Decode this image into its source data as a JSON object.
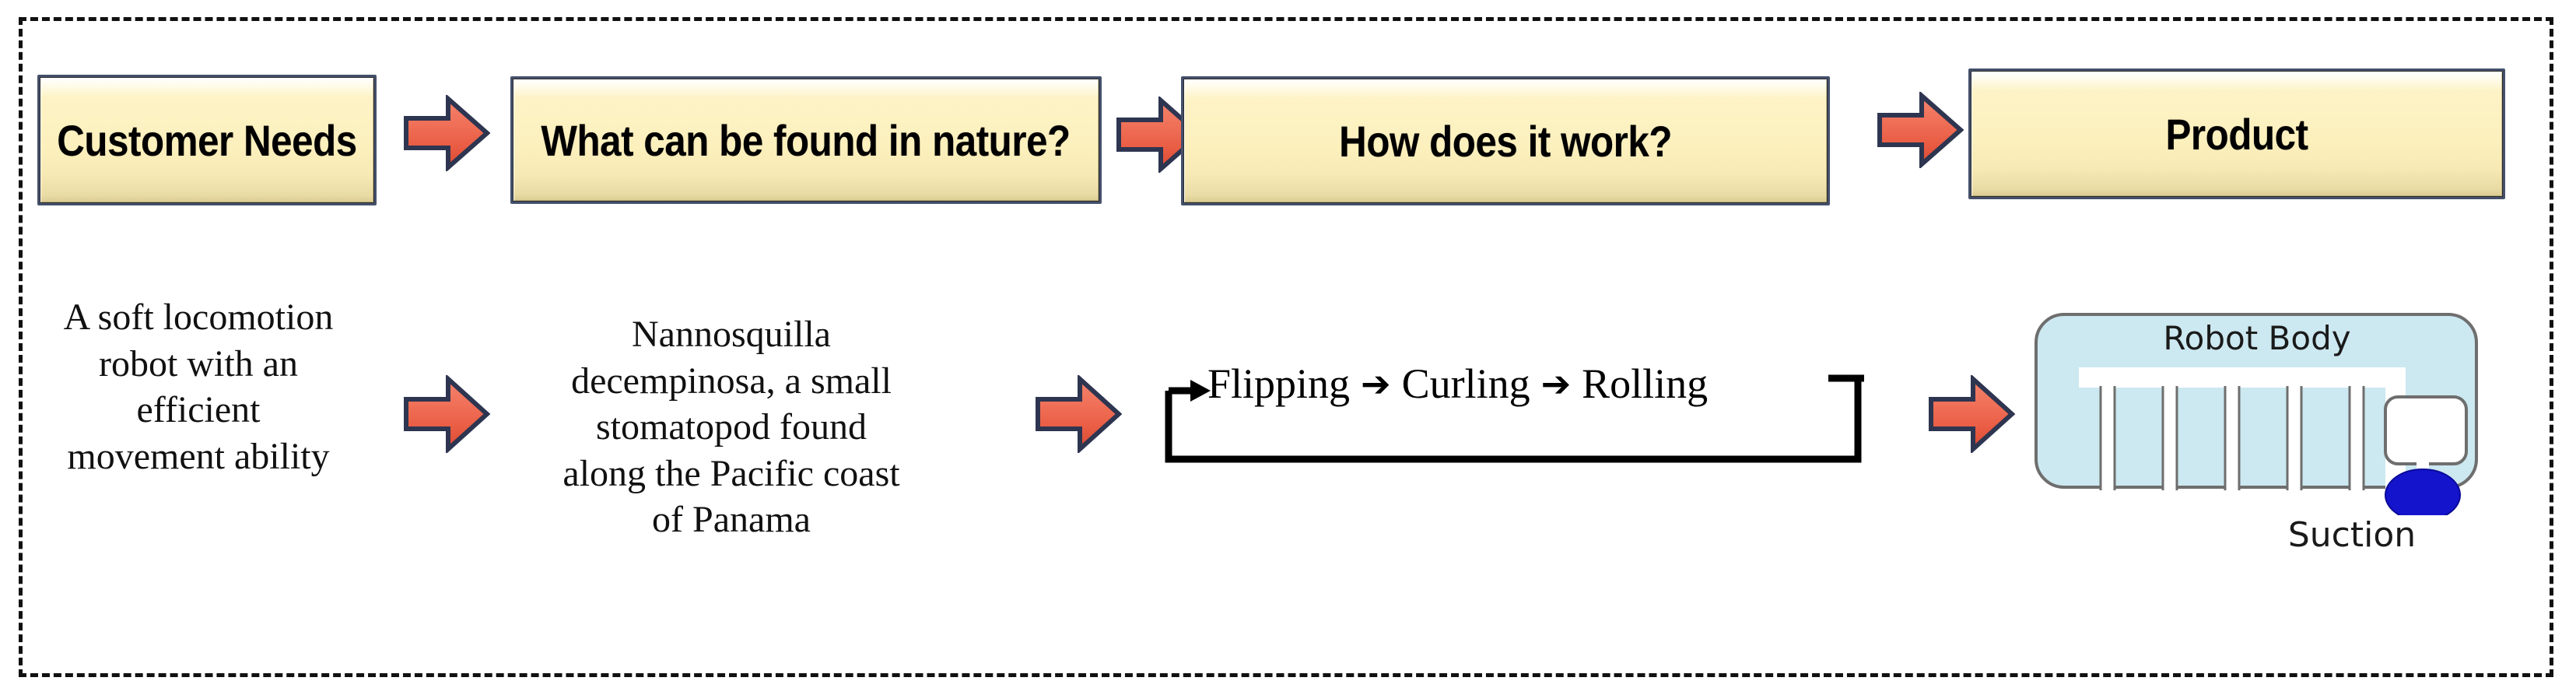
{
  "diagram": {
    "title": "Biomimetic design process: from customer needs to product",
    "frame": {
      "border_style": "dashed",
      "border_color": "#111111"
    }
  },
  "colors": {
    "box_fill": "#FCF0BD",
    "box_border": "#44506B",
    "arrow_fill": "#EF6A50",
    "arrow_outline": "#2E3550",
    "robot_body_fill": "#CCE8F0",
    "robot_body_stroke": "#6E6E6E",
    "suction_fill": "#1414CC",
    "text_color": "#111111"
  },
  "process_row": {
    "steps": [
      {
        "label": "Customer Needs"
      },
      {
        "label": "What can be found in nature?"
      },
      {
        "label": "How does it work?"
      },
      {
        "label": "Product"
      }
    ],
    "connector_icon": "right-arrow-icon",
    "connector_count": 3
  },
  "example_row": {
    "customer_needs": "A soft locomotion\nrobot with an\nefficient\nmovement ability",
    "nature": "Nannosquilla\ndecempinosa, a small\nstomatopod found\nalong the Pacific coast\nof Panama",
    "how_it_works": {
      "steps": [
        "Flipping",
        "Curling",
        "Rolling"
      ],
      "step_arrow": "➔",
      "is_cycle": true,
      "loop_note": "feedback loop returns from Rolling back to Flipping"
    },
    "product": {
      "body_label": "Robot Body",
      "suction_label": "Suction",
      "chamber_count": 5
    },
    "connector_icon": "right-arrow-icon",
    "connector_count": 3
  }
}
